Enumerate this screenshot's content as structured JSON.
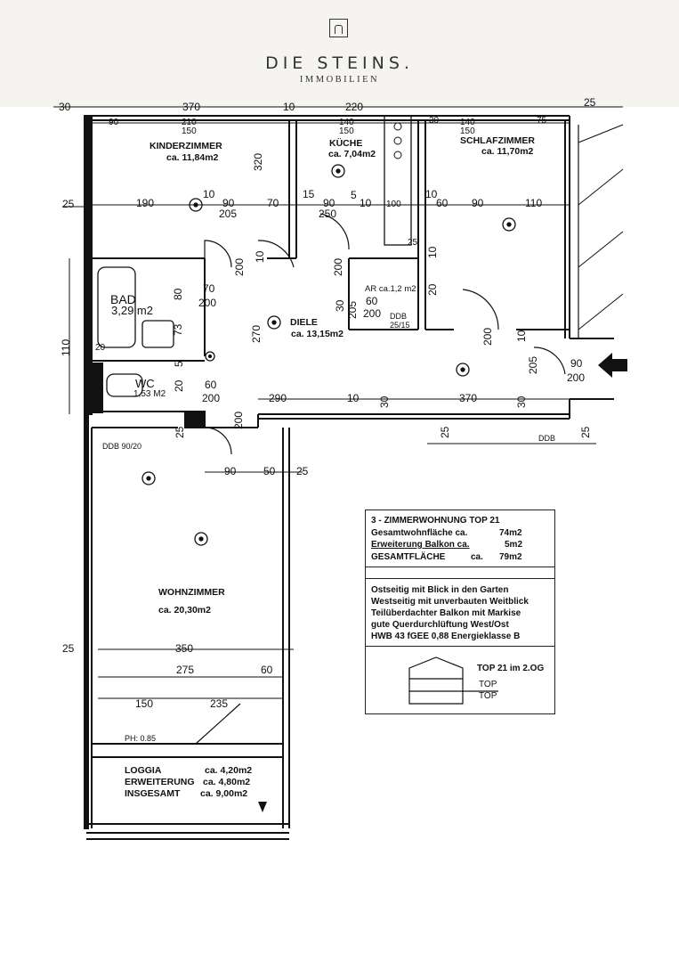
{
  "brand": {
    "name": "DIE STEINS.",
    "subtitle": "IMMOBILIEN",
    "logo_icon": "house-square-icon"
  },
  "rooms": {
    "kinderzimmer": {
      "name": "KINDERZIMMER",
      "area": "ca. 11,84m2"
    },
    "kueche": {
      "name": "KÜCHE",
      "area": "ca. 7,04m2"
    },
    "schlafzimmer": {
      "name": "SCHLAFZIMMER",
      "area": "ca. 11,70m2"
    },
    "bad": {
      "name": "BAD",
      "area": "3,29 m2"
    },
    "diele": {
      "name": "DIELE",
      "area": "ca. 13,15m2"
    },
    "wc": {
      "name": "WC",
      "area": "1,53 M2"
    },
    "ar": {
      "name": "AR ca.1,2 m2"
    },
    "wohnzimmer": {
      "name": "WOHNZIMMER",
      "area": "ca. 20,30m2"
    }
  },
  "loggia": {
    "loggia_label": "LOGGIA",
    "loggia_area": "ca. 4,20m2",
    "erweiterung_label": "ERWEITERUNG",
    "erweiterung_area": "ca. 4,80m2",
    "insgesamt_label": "INSGESAMT",
    "insgesamt_area": "ca. 9,00m2",
    "ph": "PH: 0.85"
  },
  "labels": {
    "ddb_9020": "DDB 90/20",
    "ddb": "DDB",
    "ddb_2515_a": "DDB",
    "ddb_2515_b": "25/15"
  },
  "dimensions": {
    "top_30": "30",
    "top_370": "370",
    "top_10": "10",
    "top_220": "220",
    "top_25": "25",
    "r2_90": "90",
    "r2_210": "210",
    "r2_150": "150",
    "r2_140a": "140",
    "r2_150b": "150",
    "r2_30": "30",
    "r2_140b": "140",
    "r2_150c": "150",
    "r2_75": "75",
    "k_320": "320",
    "left_25": "25",
    "h_190": "190",
    "h_10": "10",
    "h_90": "90",
    "h_205": "205",
    "h_70": "70",
    "h_15": "15",
    "h_90b": "90",
    "h_250": "250",
    "h_5": "5",
    "h_10b": "10",
    "h_100": "100",
    "h_10c": "10",
    "h_60": "60",
    "h_90c": "90",
    "h_110": "110",
    "v_200a": "200",
    "v_10a": "10",
    "v_200b": "200",
    "v_25": "25",
    "v_10b": "10",
    "v_20": "20",
    "bad_70": "70",
    "bad_200": "200",
    "bad_80": "80",
    "bad_73": "73",
    "bad_20": "20",
    "ar_30": "30",
    "ar_205": "205",
    "ar_60": "60",
    "ar_200": "200",
    "d_270": "270",
    "s_200": "200",
    "s_10": "10",
    "s_205": "205",
    "e_90": "90",
    "e_200": "200",
    "left_110": "110",
    "wc_20": "20",
    "wc_60": "60",
    "wc_200": "200",
    "wc_25": "25",
    "wc_5": "5",
    "w_290": "290",
    "w_10": "10",
    "w_30": "30",
    "w_370": "370",
    "w_30b": "30",
    "w_25": "25",
    "w_25b": "25",
    "w_200": "200",
    "w_90": "90",
    "w_50": "50",
    "w_25c": "25",
    "wz_25": "25",
    "wz_350": "350",
    "wz_275": "275",
    "wz_60": "60",
    "wz_150": "150",
    "wz_235": "235"
  },
  "info": {
    "title": "3 - ZIMMERWOHNUNG TOP 21",
    "gesamtwohnflaeche_label": "Gesamtwohnfläche ca.",
    "gesamtwohnflaeche_value": "74m2",
    "erweiterung_label": "Erweiterung Balkon ca.",
    "erweiterung_value": "5m2",
    "gesamtflaeche_label": "GESAMTFLÄCHE",
    "gesamtflaeche_ca": "ca.",
    "gesamtflaeche_value": "79m2",
    "features": [
      "Ostseitig mit Blick in den Garten",
      "Westseitig mit unverbauten Weitblick",
      "Teilüberdachter Balkon mit Markise",
      "gute Querdurchlüftung West/Ost",
      "HWB 43    fGEE 0,88  Energieklasse B"
    ],
    "top_label": "TOP 21 im 2.OG",
    "top_a": "TOP",
    "top_b": "TOP"
  }
}
